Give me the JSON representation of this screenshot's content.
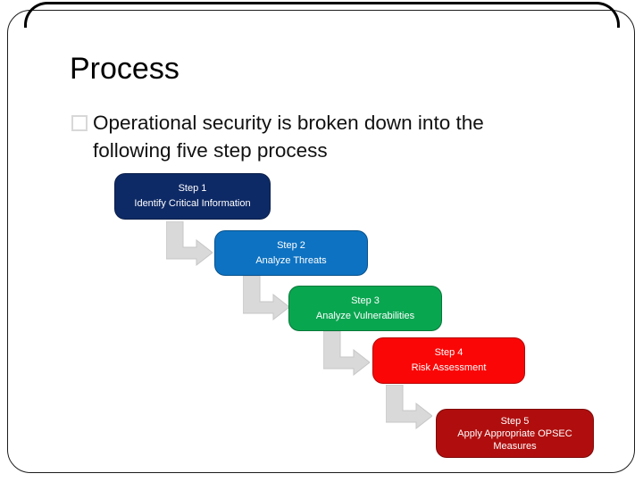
{
  "slide": {
    "title": "Process",
    "bullet_text": "Operational security is broken down into the following five step process"
  },
  "steps": [
    {
      "label": "Step 1",
      "description": "Identify Critical Information",
      "color": "#0e2a66"
    },
    {
      "label": "Step 2",
      "description": "Analyze Threats",
      "color": "#0d72c2"
    },
    {
      "label": "Step 3",
      "description": "Analyze Vulnerabilities",
      "color": "#09a650"
    },
    {
      "label": "Step 4",
      "description": "Risk Assessment",
      "color": "#fb0606"
    },
    {
      "label": "Step 5",
      "description": "Apply Appropriate OPSEC Measures",
      "color": "#b00e0e"
    }
  ],
  "connector": {
    "color": "#d9d9d9",
    "edge_color": "#c6c6c6"
  }
}
